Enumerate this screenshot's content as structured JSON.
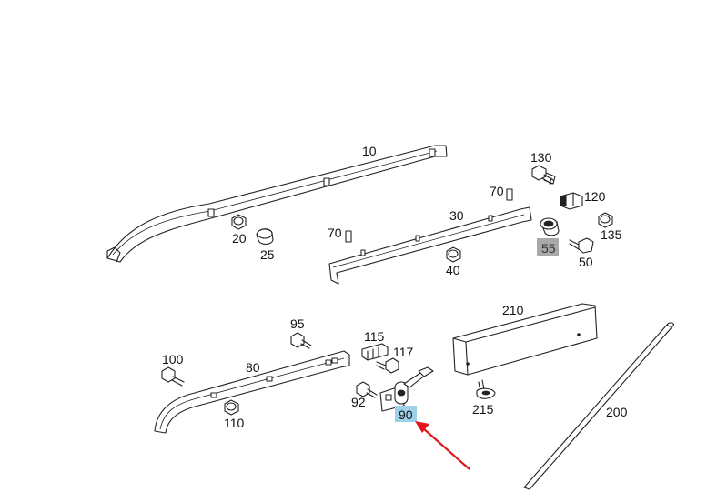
{
  "colors": {
    "line": "#222222",
    "label_text": "#111111",
    "highlight_gray": "#a8a8a8",
    "highlight_blue": "#9ed0ea",
    "arrow": "#e0161b"
  },
  "callouts": {
    "p10": "10",
    "p20": "20",
    "p25": "25",
    "p30": "30",
    "p40": "40",
    "p50": "50",
    "p55": "55",
    "p70a": "70",
    "p70b": "70",
    "p80": "80",
    "p90": "90",
    "p92": "92",
    "p95": "95",
    "p100": "100",
    "p110": "110",
    "p115": "115",
    "p117": "117",
    "p120": "120",
    "p130": "130",
    "p135": "135",
    "p200": "200",
    "p210": "210",
    "p215": "215"
  }
}
